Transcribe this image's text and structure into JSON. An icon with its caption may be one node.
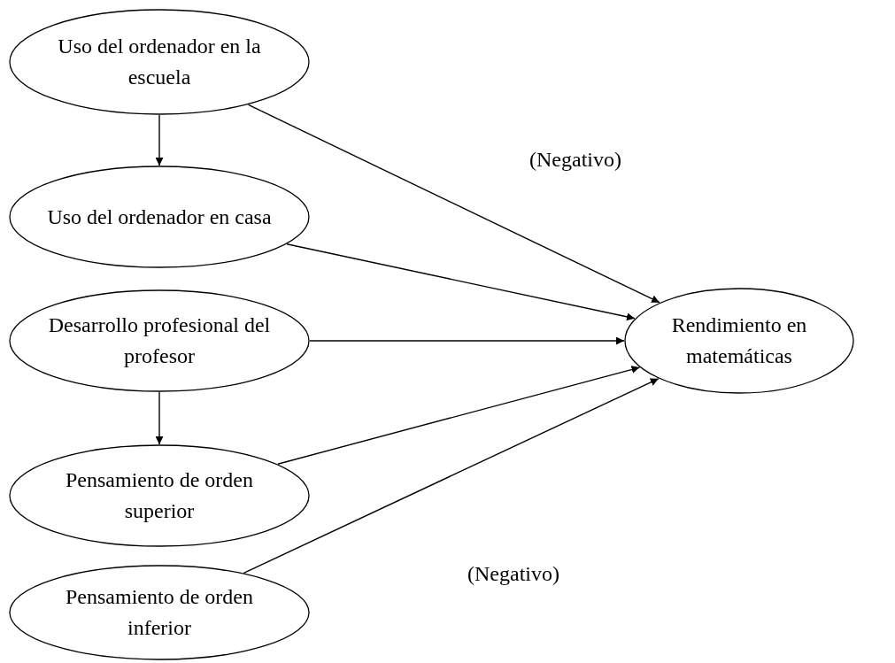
{
  "diagram": {
    "nodes": [
      {
        "text": [
          "Uso del ordenador en la escuela"
        ]
      },
      {
        "text": [
          "Uso del ordenador en casa"
        ]
      },
      {
        "text": [
          "Desarrollo profesional del profesor"
        ]
      },
      {
        "text": [
          "Pensamiento de orden superior"
        ]
      },
      {
        "text": [
          "Pensamiento de orden inferior"
        ]
      },
      {
        "text": [
          "Rendimiento en matemáticas"
        ]
      }
    ],
    "edges": [
      {
        "from": 0,
        "to": 1,
        "arrow": "to"
      },
      {
        "from": 2,
        "to": 3,
        "arrow": "to"
      },
      {
        "from": 0,
        "to": 5,
        "arrow": "to",
        "label": "(Negativo)"
      },
      {
        "from": 1,
        "to": 5,
        "arrow": "to"
      },
      {
        "from": 2,
        "to": 5,
        "arrow": "to"
      },
      {
        "from": 3,
        "to": 5,
        "arrow": "to"
      },
      {
        "from": 4,
        "to": 5,
        "arrow": "to",
        "label": "(Negativo)"
      }
    ]
  }
}
